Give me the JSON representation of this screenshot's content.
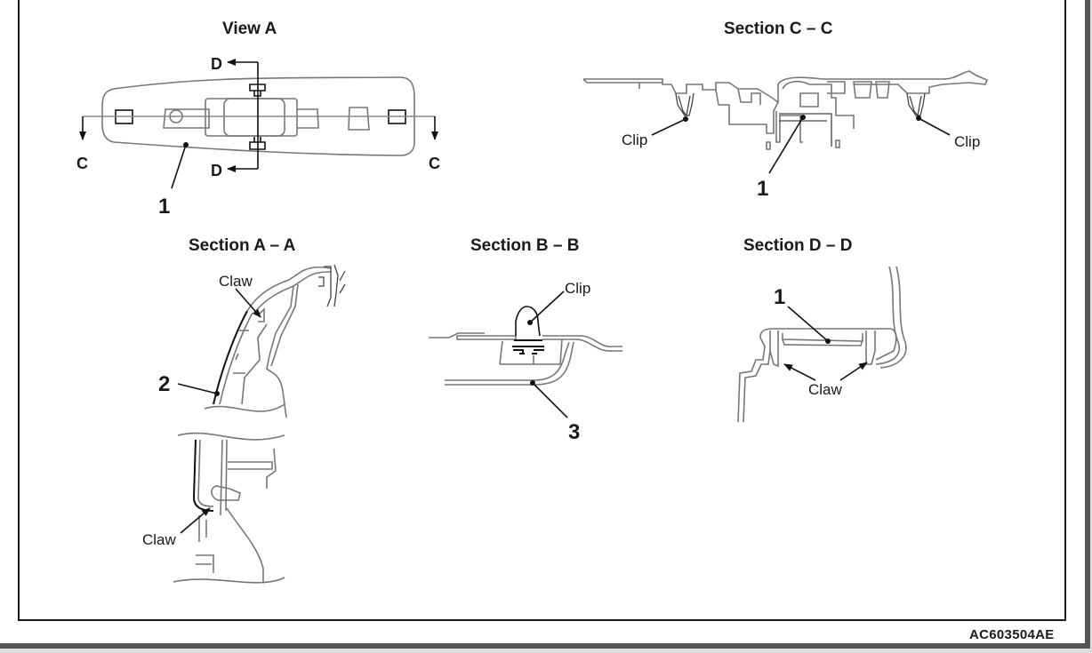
{
  "figure": {
    "code": "AC603504AE",
    "views": [
      {
        "id": "view-a",
        "title": "View A",
        "callouts": [
          "1"
        ],
        "section_markers": [
          "C",
          "C",
          "D",
          "D"
        ]
      },
      {
        "id": "section-c-c",
        "title": "Section C – C",
        "callouts": [
          "1"
        ],
        "labels": [
          "Clip",
          "Clip"
        ]
      },
      {
        "id": "section-a-a",
        "title": "Section A – A",
        "callouts": [
          "2"
        ],
        "labels": [
          "Claw",
          "Claw"
        ]
      },
      {
        "id": "section-b-b",
        "title": "Section B – B",
        "callouts": [
          "3"
        ],
        "labels": [
          "Clip"
        ]
      },
      {
        "id": "section-d-d",
        "title": "Section D – D",
        "callouts": [
          "1"
        ],
        "labels": [
          "Claw"
        ]
      }
    ]
  },
  "text": {
    "view_a_title": "View A",
    "sec_cc_title": "Section C – C",
    "sec_aa_title": "Section A – A",
    "sec_bb_title": "Section B – B",
    "sec_dd_title": "Section D – D",
    "marker_c": "C",
    "marker_d": "D",
    "num_1": "1",
    "num_2": "2",
    "num_3": "3",
    "clip": "Clip",
    "claw": "Claw"
  }
}
